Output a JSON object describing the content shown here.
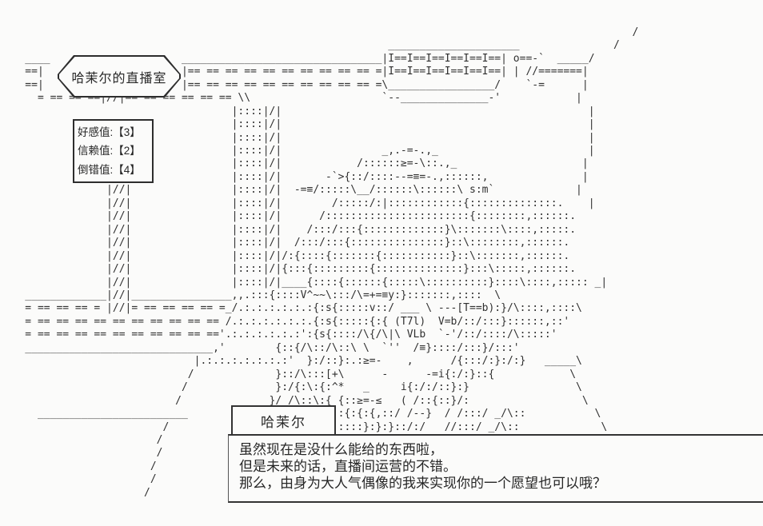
{
  "scene": {
    "colors": {
      "ink": "#2d2d2d",
      "background": "#fbfbfa"
    },
    "sign": {
      "label": "哈茉尔的直播室"
    },
    "stats": {
      "rows": [
        "好感值:【3】",
        "信赖值:【2】",
        "倒错值:【4】"
      ]
    },
    "dialog": {
      "speaker": "哈茉尔",
      "lines": [
        "虽然现在是没什么能给的东西啦，",
        "但是未来的话，直播间运营的不错。",
        "那么，由身为大人气偶像的我来实现你的一个愿望也可以哦？"
      ]
    },
    "ascii_art": {
      "lines": [
        "",
        "",
        "                                                                                                     /",
        "                                                              _____________________               /",
        "    ____                     ________________________________|I==I==I==I==I==I==| o==-`  _____/",
        "    ==|                      |== == == == == == == == == == =|I==I==I==I==I==I==| | //=======|",
        "    ==|                      |== == == == == == == == == == =\\_________________/    `-=      |",
        "      = == == ==|//|== == == == == == \\\\                     `--______________-'            |",
        "                                     |::::|/|                                                 |",
        "                                     |::::|/|                                                 |",
        "                                     |::::|/|                                                 |",
        "                                     |::::|/|                _,.-=-.,_                        |",
        "                                     |::::|/|            /::::::≥=-\\::.,_                    |",
        "                                     |::::|/|       -`>{::/::::--=≡=-.,::::::,               |",
        "                 |//|                |::::|/|  -=≡/:::::\\__/::::::\\::::::\\ s:m`             |",
        "                 |//|                |::::|/|        /:::::/:|::::::::::::{::::::::::::::.    |",
        "                 |//|                |::::|/|      /:::::::::::::::::::::::{::::::::,::::::.",
        "                 |//|                |::::|/|    /:::/:::{:::::::::::::}\\:::::::\\::::,:::::.",
        "                 |//|                |::::|/|  /:::/:::{:::::::::::::::}::\\::::::::,::::::.",
        "                 |//|                |::::|/|/:{::::{:::::::{:::::::::::}::\\:::::::,::::::.",
        "                 |//|                |::::|/|{:::{:::::::::{::::::::::::::}:::\\:::::,::::::.",
        "                 |//|                |::::|/|____{::::{::::::{:::::\\::::::::::}::::\\::::,::::: _|",
        "    _____________|//|________________,,.:::{::::V^~~\\:::/\\=+=≡y:}:::::::,::::  \\",
        "    = == == == = |//|= == == == == =_/.:.:.:.:.:.:{:s{:::::v::/ ___ \\ ---[T==b):}/\\::::,::::\\",
        "    = == == == == == == == == == == /.:.:.:.:.:.:.{:s{:::::{:{ (T7l)  V=b/::/:::}::::::,::'",
        "    = == == == == == == == == == =='.:.:.:.:.:.:':{s{::::/\\{/\\|\\ VLb  `-'/::/::::/\\:::::'",
        "    ______________________________,'        {::{/\\::/\\::\\ \\  `''  /≡}::::/:::}/:::'",
        "                               |.:.:.:.:.:.:.:'  }:/::}:.:≥=-    ,      /{:::/:}:/:}   _____\\",
        "                              /             }::/\\:::[+\\      -      -=i{:/:}::{            \\",
        "                             /              }:/{:\\:{:^*   _     i{:/:/::}:}                 \\",
        "                            /              }/ /\\::\\:{ {::≥=-≤   ( /::{::}/:                  \\",
        "      ________________________                    /::::{:{:{,::/ /--}  / /:::/ _/\\::           \\",
        "                          /                         /:::::}:}:}::/:/   //:::/ _/\\::             \\",
        "                         /",
        "                         /",
        "                        /",
        "                        /",
        "                       /",
        "",
        ""
      ]
    }
  }
}
